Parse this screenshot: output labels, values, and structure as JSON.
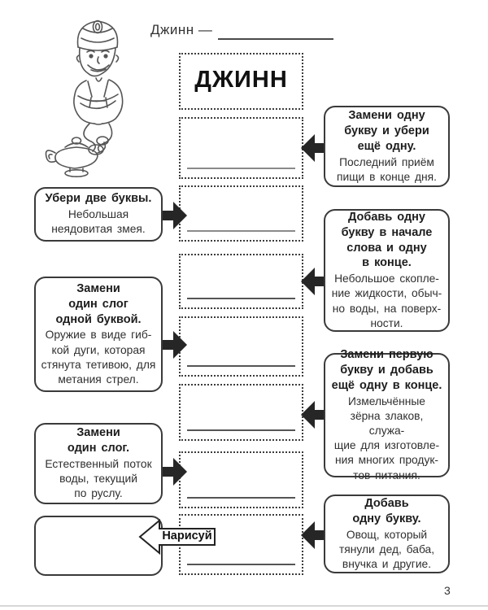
{
  "header": {
    "label": "Джинн —"
  },
  "puzzle": {
    "start_word": "ДЖИНН"
  },
  "right_callouts": [
    {
      "title": "Замени одну\nбукву и убери\nещё одну.",
      "clue": "Последний приём\nпищи в конце дня."
    },
    {
      "title": "Добавь одну\nбукву в начале\nслова и одну\nв конце.",
      "clue": "Небольшое скопле-\nние жидкости, обыч-\nно воды, на поверх-\nности."
    },
    {
      "title": "Замени первую\nбукву и добавь\nещё одну в конце.",
      "clue": "Измельчённые\nзёрна злаков, служа-\nщие для изготовле-\nния многих продук-\nтов питания."
    },
    {
      "title": "Добавь\nодну букву.",
      "clue": "Овощ, который\nтянули дед, баба,\nвнучка и другие."
    }
  ],
  "left_callouts": [
    {
      "title": "Убери две буквы.",
      "clue": "Небольшая\nнеядовитая змея."
    },
    {
      "title": "Замени\nодин слог\nодной буквой.",
      "clue": "Оружие в виде гиб-\nкой дуги, которая\nстянута тетивою, для\nметания стрел."
    },
    {
      "title": "Замени\nодин слог.",
      "clue": "Естественный поток\nводы, текущий\nпо руслу."
    }
  ],
  "draw_label": "Нарисуй",
  "page_number": "3",
  "colors": {
    "ink": "#2a2a2a",
    "arrow": "#262626",
    "write_line": "#8a8a8a"
  },
  "icons": {
    "genie": "genie-lamp-illustration",
    "arrow_left": "solid left-pointing arrow",
    "arrow_right": "solid right-pointing arrow",
    "draw_arrow": "outlined left-pointing arrow with label"
  }
}
